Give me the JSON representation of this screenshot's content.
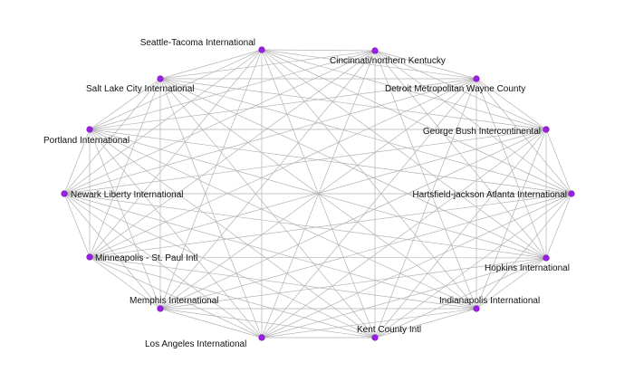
{
  "graph": {
    "colors": {
      "node": "#9a1ee6",
      "edge": "#b3b3b3",
      "label": "#111111"
    },
    "nodes": [
      {
        "id": "seattle",
        "label": "Seattle-Tacoma International"
      },
      {
        "id": "cincinnati",
        "label": "Cincinnati/northern Kentucky"
      },
      {
        "id": "saltlake",
        "label": "Salt Lake City International"
      },
      {
        "id": "detroit",
        "label": "Detroit Metropolitan Wayne County"
      },
      {
        "id": "portland",
        "label": "Portland International"
      },
      {
        "id": "houston",
        "label": "George Bush Intercontinental"
      },
      {
        "id": "newark",
        "label": "Newark Liberty International"
      },
      {
        "id": "atlanta",
        "label": "Hartsfield-jackson Atlanta International"
      },
      {
        "id": "minneapolis",
        "label": "Minneapolis - St. Paul Intl"
      },
      {
        "id": "hopkins",
        "label": "Hopkins International"
      },
      {
        "id": "memphis",
        "label": "Memphis International"
      },
      {
        "id": "indianapolis",
        "label": "Indianapolis International"
      },
      {
        "id": "losangeles",
        "label": "Los Angeles International"
      },
      {
        "id": "kentcounty",
        "label": "Kent County Intl"
      }
    ],
    "complete": true
  }
}
